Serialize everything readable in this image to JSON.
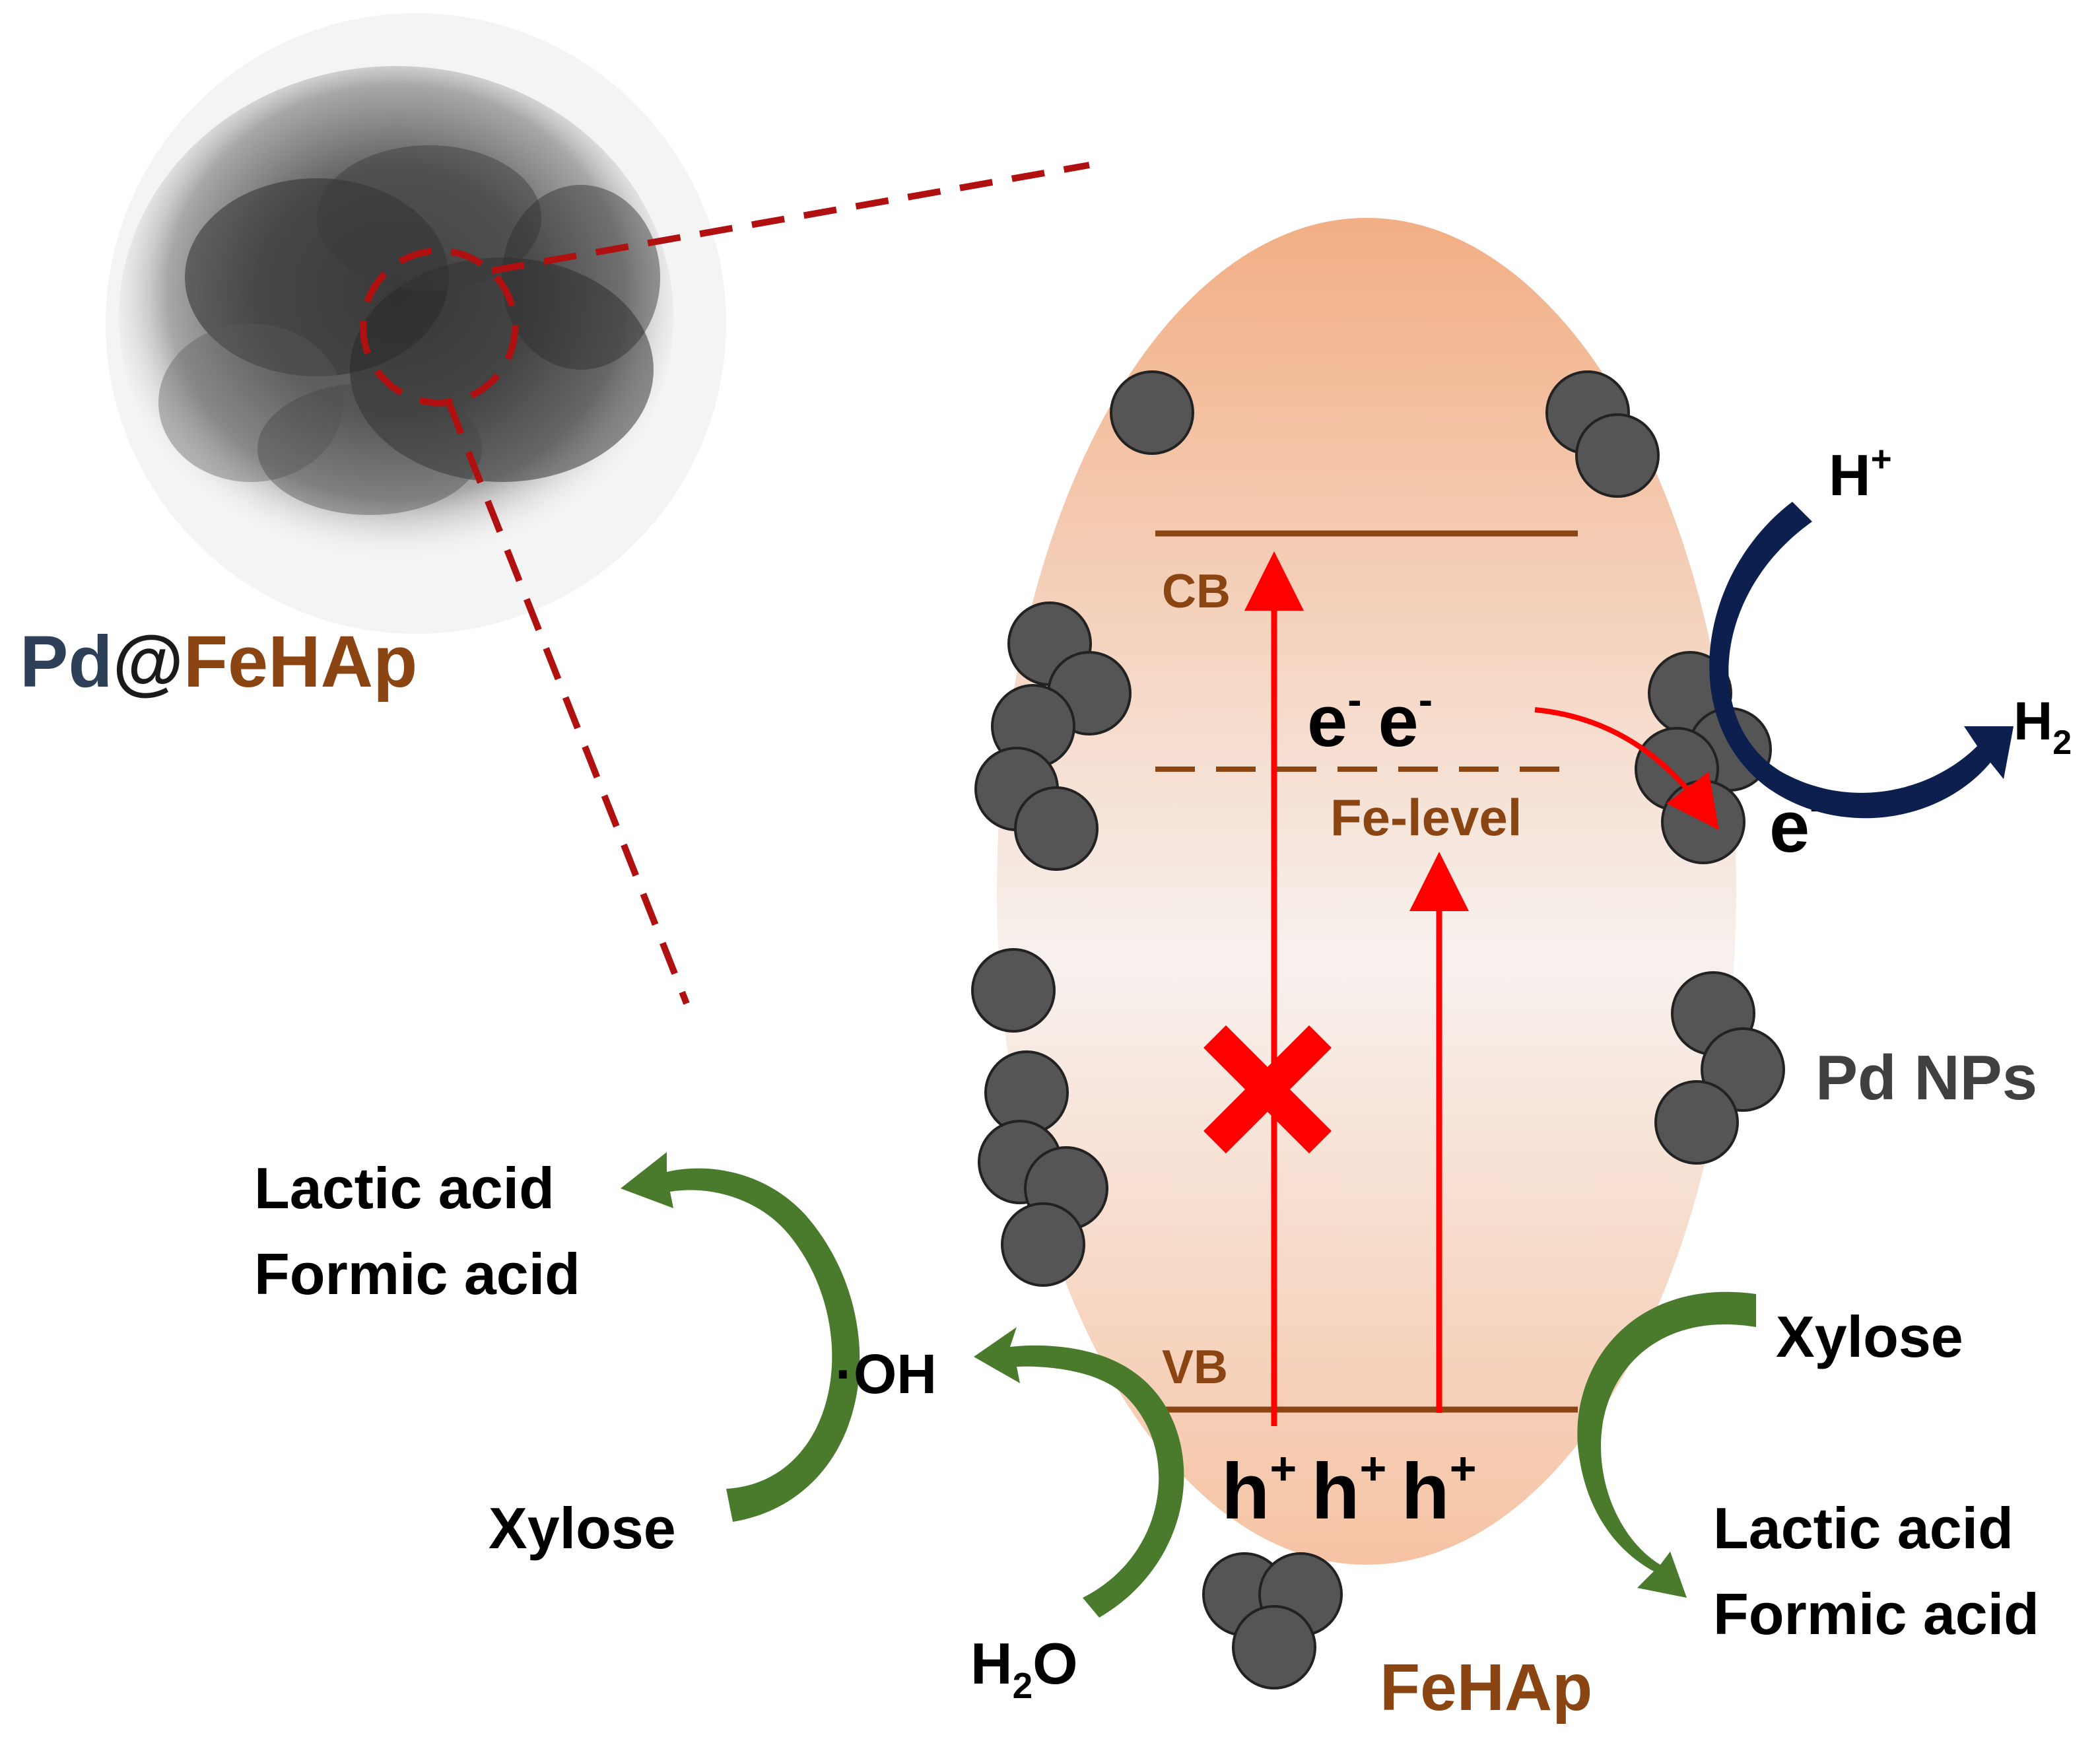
{
  "title": {
    "prefix": "Pd",
    "at": "@",
    "suffix": "FeHAp",
    "prefix_color": "#2e4057",
    "at_color": "#1a1a1a",
    "suffix_color": "#8b4513"
  },
  "bands": {
    "cb": "CB",
    "vb": "VB",
    "fe_level": "Fe-level",
    "band_color": "#8b4513"
  },
  "carriers": {
    "electron": "e",
    "electron_sup": "-",
    "hole": "h",
    "hole_sup": "+"
  },
  "right_side": {
    "h_plus": "H",
    "h_plus_sup": "+",
    "h2": "H",
    "h2_sub": "2",
    "pd_nps": "Pd NPs",
    "xylose": "Xylose",
    "lactic_acid": "Lactic acid",
    "formic_acid": "Formic acid"
  },
  "left_side": {
    "xylose": "Xylose",
    "lactic_acid": "Lactic acid",
    "formic_acid": "Formic acid",
    "oh_radical": "·OH",
    "h2o_h": "H",
    "h2o_sub": "2",
    "h2o_o": "O"
  },
  "particle_label": "FeHAp",
  "colors": {
    "excitation_arrow": "#ff0000",
    "blocked_mark": "#ff0000",
    "dashed_zoom": "#b01010",
    "green_arrow": "#4a7a2c",
    "navy_arrow": "#0d1f4f",
    "pd_fill": "#555555",
    "pd_stroke": "#222222",
    "particle_top": "#f2ae84",
    "particle_mid": "#f7f1ee",
    "particle_bottom": "#f6c3a3",
    "text_dark": "#000000",
    "text_grey": "#404040"
  }
}
